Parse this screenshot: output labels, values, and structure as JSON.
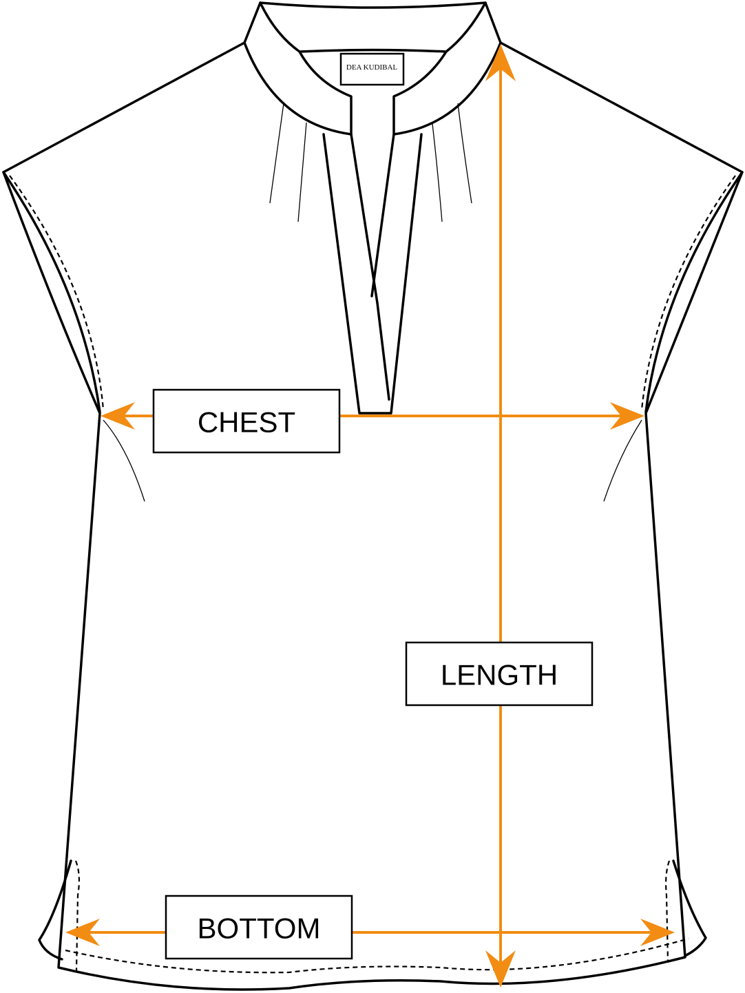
{
  "brand_label": "DEA KUDIBAL",
  "measurements": {
    "chest": "CHEST",
    "length": "LENGTH",
    "bottom": "BOTTOM"
  },
  "colors": {
    "accent": "#F28C12",
    "outline": "#000000"
  }
}
